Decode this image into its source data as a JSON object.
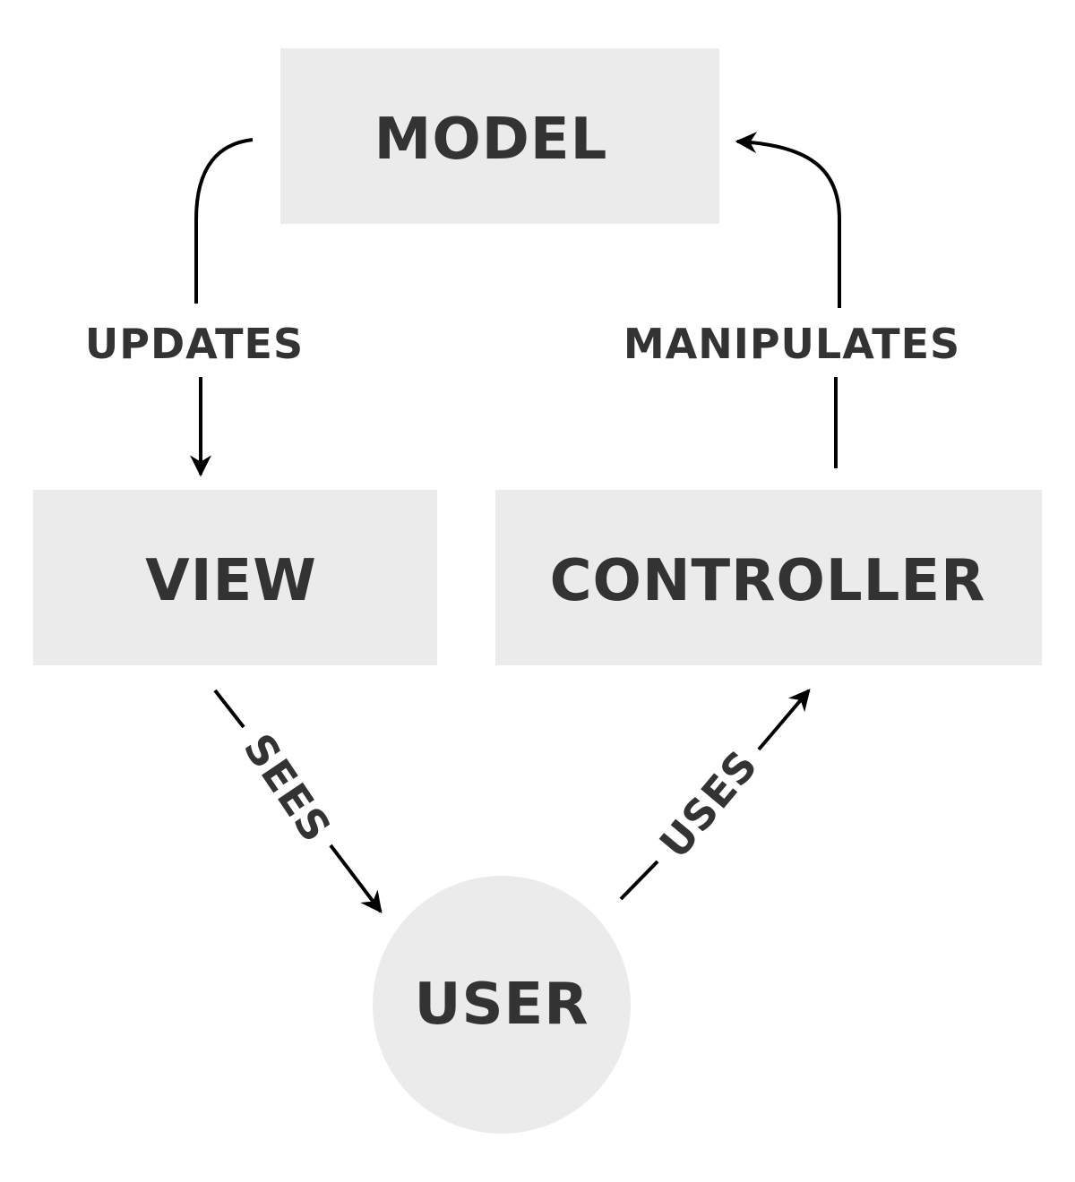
{
  "colors": {
    "node_fill": "#ebebeb",
    "text": "#333333",
    "edge": "#000000"
  },
  "nodes": {
    "model": "MODEL",
    "view": "VIEW",
    "controller": "CONTROLLER",
    "user": "USER"
  },
  "edges": {
    "updates": "UPDATES",
    "manipulates": "MANIPULATES",
    "sees": "SEES",
    "uses": "USES"
  }
}
